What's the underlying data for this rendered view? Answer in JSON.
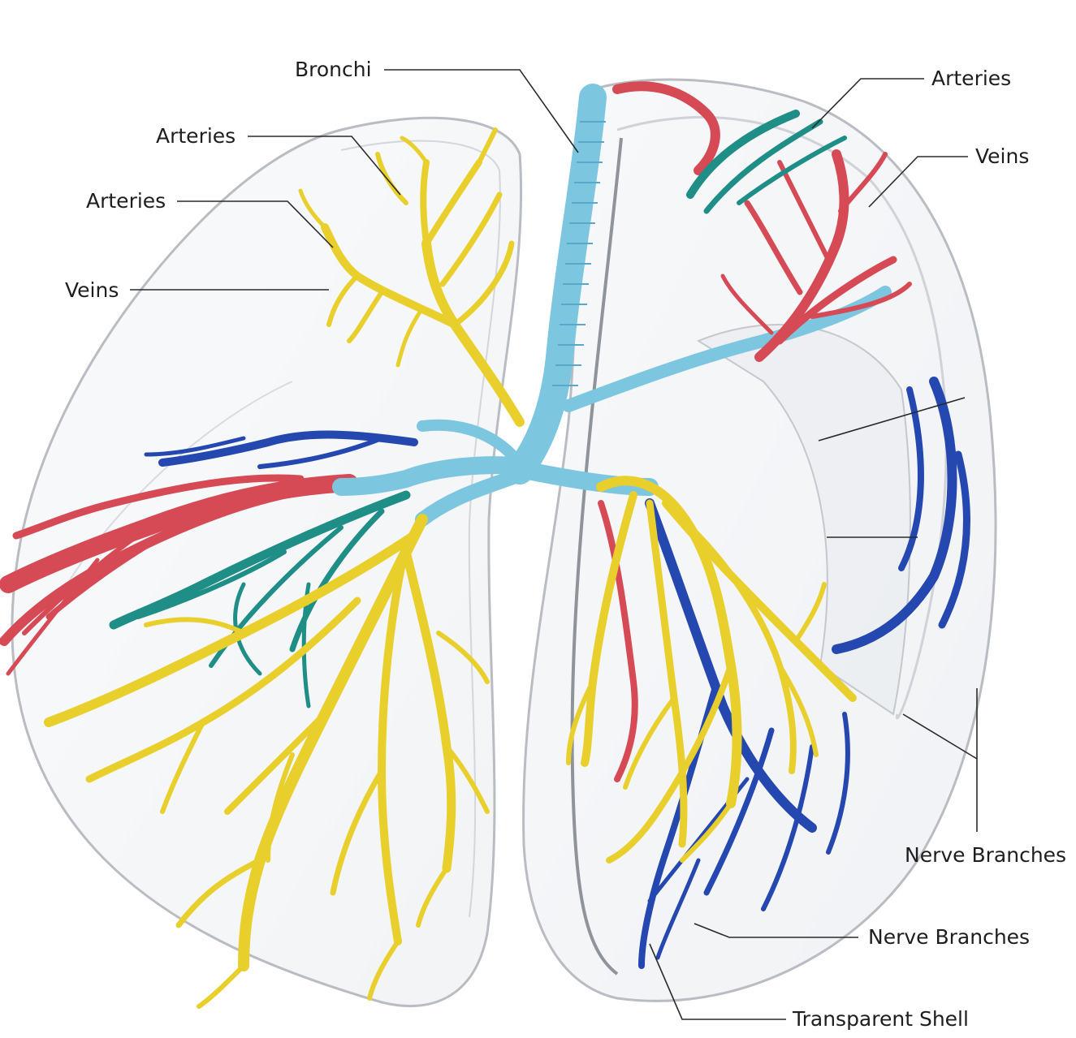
{
  "labels": {
    "bronchi": "Bronchi",
    "arteries_top_right": "Arteries",
    "veins_right": "Veins",
    "arteries_left_upper": "Arteries",
    "arteries_left_lower": "Arteries",
    "veins_left": "Veins",
    "nerve_branches_upper": "Nerve Branches",
    "nerve_branches_lower": "Nerve Branches",
    "transparent_shell": "Transparent Shell"
  },
  "colors": {
    "bronchi": "#7cc6e0",
    "arteries": "#d64a55",
    "veins": "#e8cf2c",
    "nerves": "#2447b0",
    "teal_vessels": "#1f8e86",
    "shell_outline": "#b9bcc2"
  }
}
